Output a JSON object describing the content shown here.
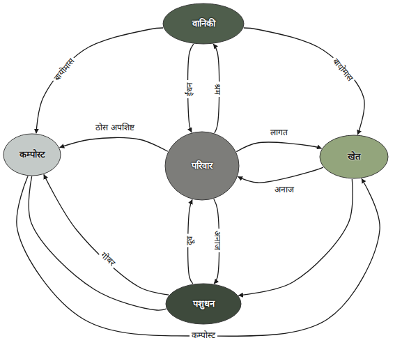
{
  "diagram": {
    "nodes": [
      {
        "text": [
          "वानिकी"
        ]
      },
      {
        "text": [
          "कम्पोस्ट"
        ]
      },
      {
        "text": [
          "परिवार"
        ]
      },
      {
        "text": [
          "खेत"
        ]
      },
      {
        "text": [
          "पशुधन"
        ]
      }
    ],
    "edges": [
      {
        "from": 0,
        "to": 1,
        "label": "बायोमास",
        "arrow": "to"
      },
      {
        "from": 0,
        "to": 3,
        "label": "बायोमास",
        "arrow": "to"
      },
      {
        "from": 0,
        "to": 2,
        "label": "ईंधन",
        "arrow": "to"
      },
      {
        "from": 2,
        "to": 0,
        "label": "श्रम",
        "arrow": "to"
      },
      {
        "from": 2,
        "to": 1,
        "label": "ठोस अपशिष्ट",
        "arrow": "to"
      },
      {
        "from": 2,
        "to": 3,
        "label": "लागत",
        "arrow": "to"
      },
      {
        "from": 3,
        "to": 2,
        "label": "अनाज",
        "arrow": "to"
      },
      {
        "from": 4,
        "to": 2,
        "label": "दूध",
        "arrow": "to"
      },
      {
        "from": 2,
        "to": 4,
        "label": "अनाज",
        "arrow": "to"
      },
      {
        "from": 4,
        "to": 1,
        "label": "गोबर",
        "arrow": "to"
      },
      {
        "from": 1,
        "to": 4,
        "arrow": "none"
      },
      {
        "from": 3,
        "to": 4,
        "arrow": "to"
      },
      {
        "from": 1,
        "to": 3,
        "label": "कम्पोस्ट",
        "arrow": "to"
      }
    ]
  }
}
